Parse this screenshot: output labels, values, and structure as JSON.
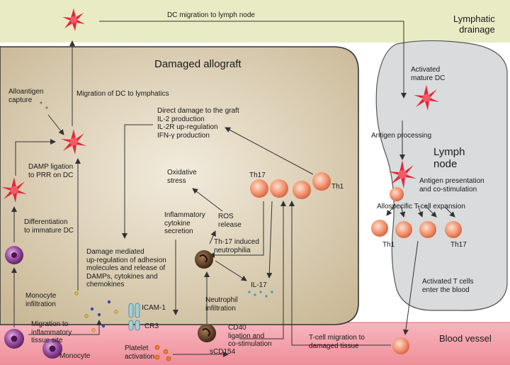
{
  "regions": {
    "lymphatic_drainage": "Lymphatic\ndrainage",
    "damaged_allograft": "Damaged allograft",
    "lymph_node": "Lymph\nnode",
    "blood_vessel": "Blood vessel"
  },
  "labels": {
    "dc_migration_ln": "DC migration to lymph node",
    "migration_dc_lymphatics": "Migration of DC to lymphatics",
    "alloantigen_capture": "Alloantigen\ncapture",
    "damp_ligation": "DAMP ligation\nto PRR on DC",
    "differentiation": "Differentiation\nto immature DC",
    "monocyte_infiltration": "Monocyte\ninfiltration",
    "migration_inflammatory": "Migration to\ninflammatory\ntissue site",
    "monocyte": "Monocyte",
    "direct_damage": "Direct damage to the graft\nIL-2 production\nIL-2R up-regulation\nIFN-γ production",
    "oxidative_stress": "Oxidative\nstress",
    "inflammatory_cytokine": "Inflammatory\ncytokine\nsecretion",
    "ros_release": "ROS\nrelease",
    "th17_neutrophilia": "Th-17 induced\nneutrophilia",
    "damage_mediated": "Damage mediated\nup-regulation of adhesion\nmolecules and release of\nDAMPs, cytokines and\nchemokines",
    "il17": "IL-17",
    "icam1": "ICAM-1",
    "cr3": "CR3",
    "neutrophil_infiltration": "Neutrophil\ninfiltration",
    "platelet_activation": "Platelet\nactivation",
    "scd154": "sCD154",
    "cd40_ligation": "CD40\nligation and\nco-stimulation",
    "tcell_migration": "T-cell migration to\ndamaged tissue",
    "th17_graft": "Th17",
    "th1_graft": "Th1",
    "activated_dc": "Activated\nmature DC",
    "antigen_processing": "Antigen processing",
    "antigen_presentation": "Antigen presentation\nand co-stimulation",
    "allospecific": "Allospecific T-cell expansion",
    "th1_ln": "Th1",
    "th17_ln": "Th17",
    "activated_tcells": "Activated T cells\nenter the blood"
  },
  "colors": {
    "lymphatic_band": "#e9ebc4",
    "allograft_fill": "#d8ccb4",
    "lymph_node_fill": "#d9dbdc",
    "blood_vessel": "#f39fa9",
    "dendritic_cell": "#e0283a",
    "t_cell": "#f08e6c",
    "monocyte": "#8a3f8f",
    "neutrophil": "#5a3a22"
  }
}
